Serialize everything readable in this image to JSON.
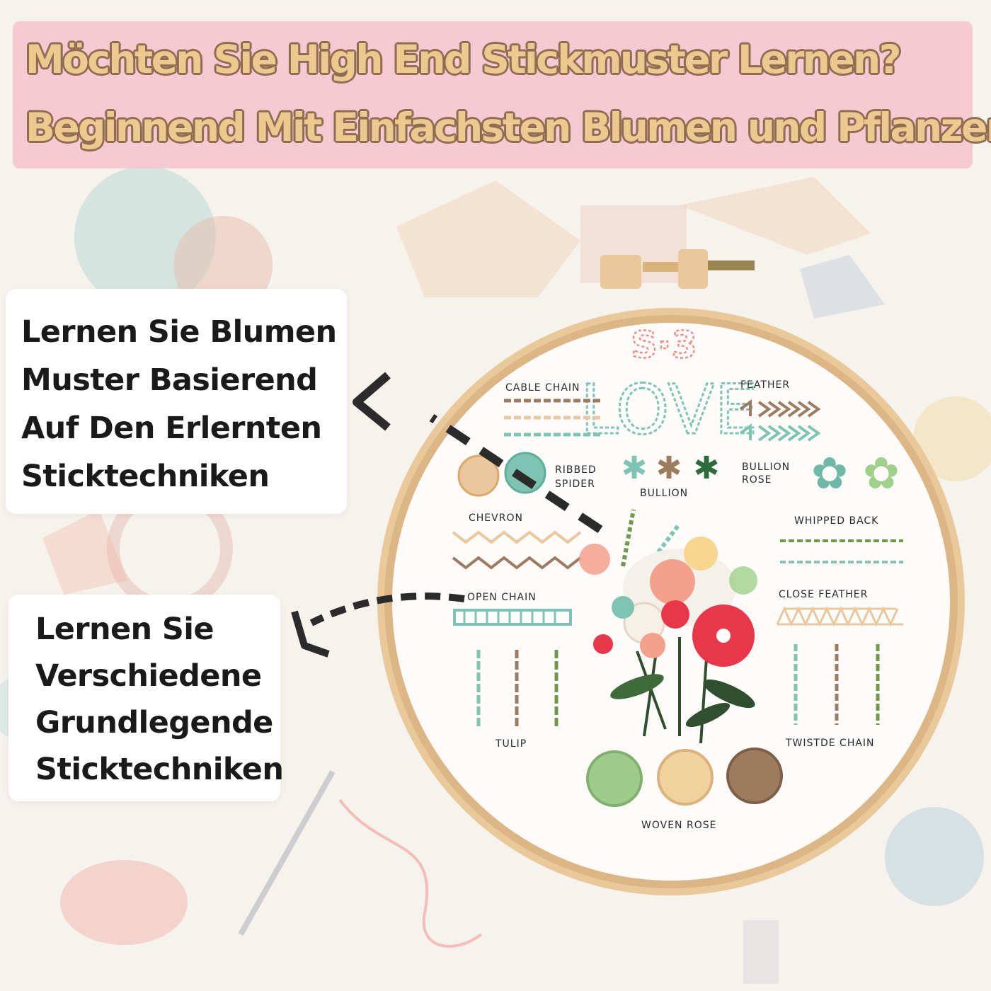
{
  "header": {
    "line1": "Möchten Sie High End Stickmuster Lernen?",
    "line2": "Beginnend Mit Einfachsten Blumen und Pflanzen"
  },
  "callouts": [
    {
      "lines": [
        "Lernen Sie Blumen",
        "Muster Basierend",
        "Auf Den Erlernten",
        "Sticktechniken"
      ]
    },
    {
      "lines": [
        "Lernen Sie",
        "Verschiedene",
        "Grundlegende",
        "Sticktechniken"
      ]
    }
  ],
  "hoop": {
    "badge": "S·3",
    "love": "LOVE",
    "labels": {
      "cable_chain": "CABLE CHAIN",
      "feather": "FEATHER",
      "ribbed": "RIBBED",
      "spider": "SPIDER",
      "bullion": "BULLION",
      "bullion_rose_1": "BULLION",
      "bullion_rose_2": "ROSE",
      "chevron": "CHEVRON",
      "whipped_back": "WHIPPED BACK",
      "open_chain": "OPEN CHAIN",
      "close_feather": "CLOSE FEATHER",
      "tulip": "TULIP",
      "twisted_chain": "TWISTDE CHAIN",
      "woven_rose": "WOVEN ROSE"
    }
  },
  "colors": {
    "banner": "#f4c4ce",
    "headline_fill": "#ecc98e",
    "headline_outline": "#8f6d52",
    "hoop_wood": "#e9c89a",
    "thread_teal": "#7fc4b3",
    "thread_brown": "#9c7b5e",
    "thread_tan": "#e8c89c",
    "thread_green": "#6f9a4a",
    "thread_red": "#e8374a",
    "thread_pink": "#f3a08c"
  }
}
